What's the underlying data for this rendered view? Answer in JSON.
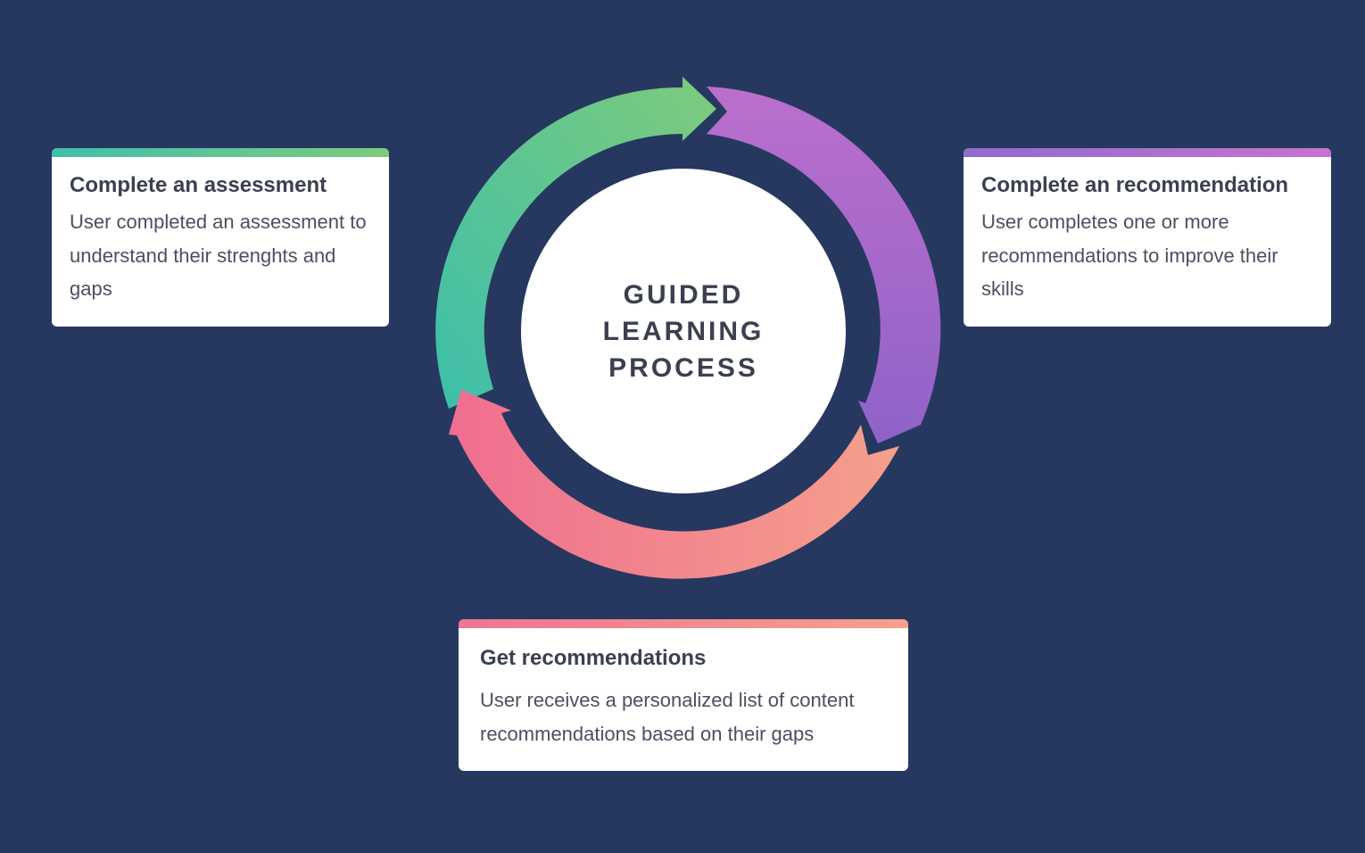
{
  "center": {
    "line1": "GUIDED",
    "line2": "LEARNING",
    "line3": "PROCESS"
  },
  "steps": [
    {
      "title": "Complete an assessment",
      "description": "User completed an assessment to understand their strenghts and gaps",
      "gradient": [
        "#3fbfad",
        "#7ecb7c"
      ]
    },
    {
      "title": "Complete an recommendation",
      "description": "User completes one or more recommendations to improve their skills",
      "gradient": [
        "#8f6bce",
        "#c774cc"
      ]
    },
    {
      "title": "Get recommendations",
      "description": "User receives a personalized list of content recommendations based on their gaps",
      "gradient": [
        "#ef7592",
        "#f5a08c"
      ]
    }
  ],
  "colors": {
    "background": "#263860",
    "card": "#ffffff",
    "title_text": "#3a4050"
  }
}
